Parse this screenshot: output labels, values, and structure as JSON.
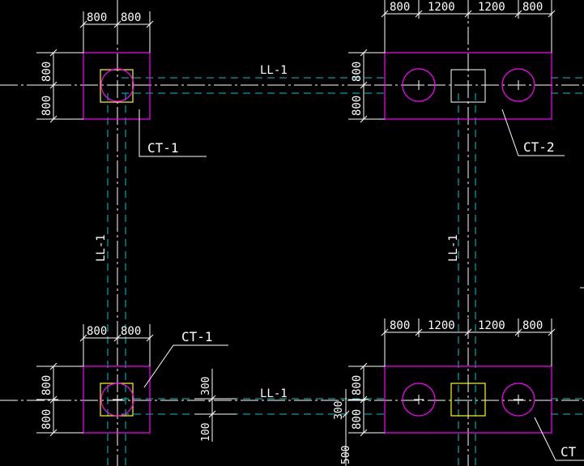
{
  "dims": {
    "top_left": [
      "800",
      "800"
    ],
    "top_right": [
      "800",
      "1200",
      "1200",
      "800"
    ],
    "left_top_vertical": [
      "800",
      "800"
    ],
    "right_top_vertical": [
      "800",
      "800"
    ],
    "bottom_left": [
      "800",
      "800"
    ],
    "bottom_right": [
      "800",
      "1200",
      "1200",
      "800"
    ],
    "left_bottom_vertical": [
      "800",
      "800"
    ],
    "right_bottom_vertical": [
      "800",
      "800"
    ],
    "beam_width_top": "300",
    "beam_width_bottom": "100",
    "side_300": "300",
    "side_500": "500"
  },
  "labels": {
    "ct1_top": "CT-1",
    "ct2_top": "CT-2",
    "ct1_bottom": "CT-1",
    "ct_bottom_right": "CT",
    "ll1_top": "LL-1",
    "ll1_bottom": "LL-1",
    "ll1_left": "LL-1",
    "ll1_right": "LL-1"
  }
}
